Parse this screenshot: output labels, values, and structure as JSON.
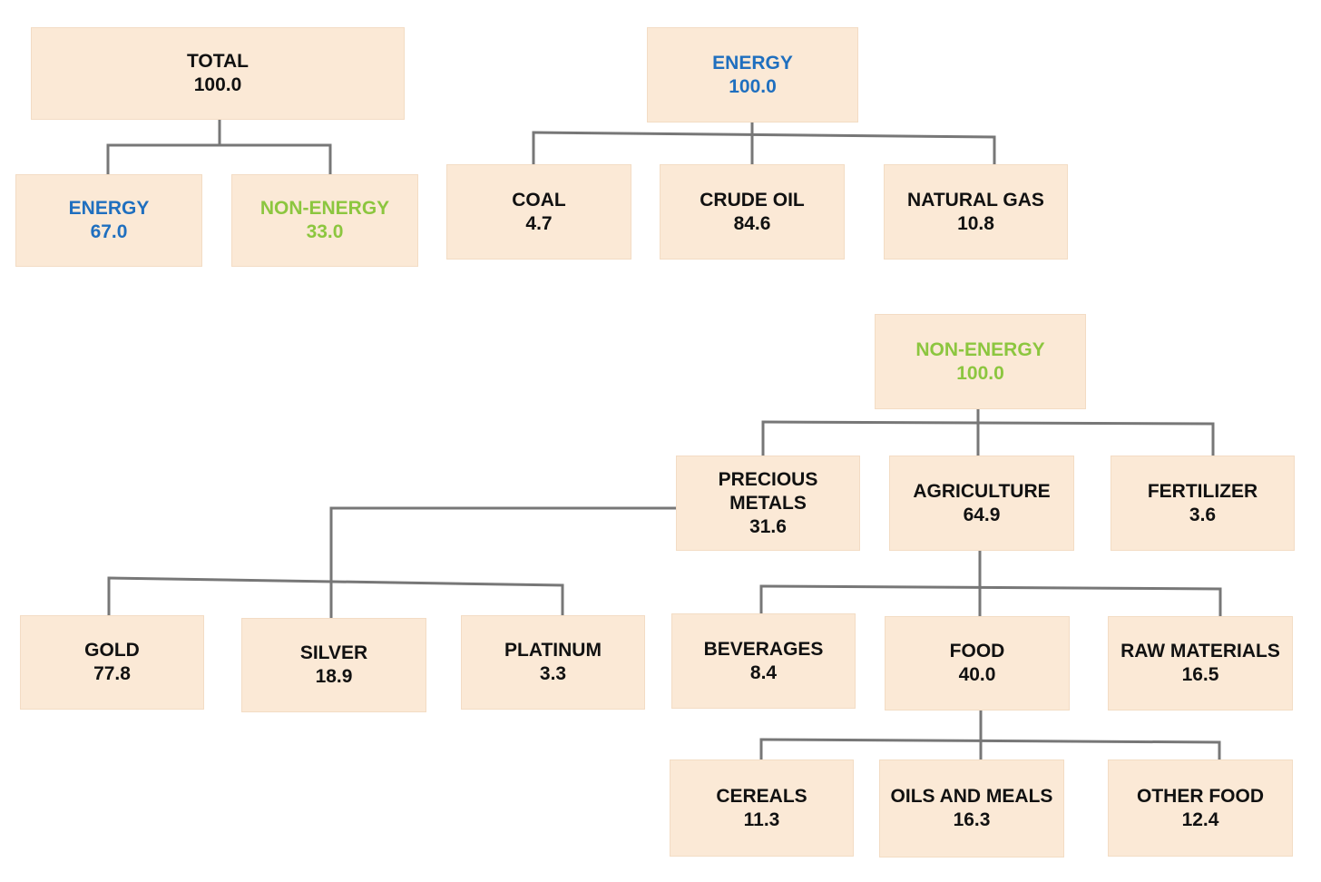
{
  "colors": {
    "box_fill": "#fbe9d6",
    "connector": "#777777",
    "energy": "#1f6fbf",
    "non_energy": "#8cc63f",
    "text": "#111111"
  },
  "total": {
    "root": {
      "label": "TOTAL",
      "value": "100.0"
    },
    "energy": {
      "label": "ENERGY",
      "value": "67.0"
    },
    "non_energy": {
      "label": "NON-ENERGY",
      "value": "33.0"
    }
  },
  "energy_tree": {
    "root": {
      "label": "ENERGY",
      "value": "100.0"
    },
    "coal": {
      "label": "COAL",
      "value": "4.7"
    },
    "crude_oil": {
      "label": "CRUDE OIL",
      "value": "84.6"
    },
    "natural_gas": {
      "label": "NATURAL GAS",
      "value": "10.8"
    }
  },
  "non_energy_tree": {
    "root": {
      "label": "NON-ENERGY",
      "value": "100.0"
    },
    "precious_metals": {
      "label": "PRECIOUS\nMETALS",
      "value": "31.6"
    },
    "agriculture": {
      "label": "AGRICULTURE",
      "value": "64.9"
    },
    "fertilizer": {
      "label": "FERTILIZER",
      "value": "3.6"
    },
    "gold": {
      "label": "GOLD",
      "value": "77.8"
    },
    "silver": {
      "label": "SILVER",
      "value": "18.9"
    },
    "platinum": {
      "label": "PLATINUM",
      "value": "3.3"
    },
    "beverages": {
      "label": "BEVERAGES",
      "value": "8.4"
    },
    "food": {
      "label": "FOOD",
      "value": "40.0"
    },
    "raw_materials": {
      "label": "RAW MATERIALS",
      "value": "16.5"
    },
    "cereals": {
      "label": "CEREALS",
      "value": "11.3"
    },
    "oils_and_meals": {
      "label": "OILS AND MEALS",
      "value": "16.3"
    },
    "other_food": {
      "label": "OTHER FOOD",
      "value": "12.4"
    }
  }
}
